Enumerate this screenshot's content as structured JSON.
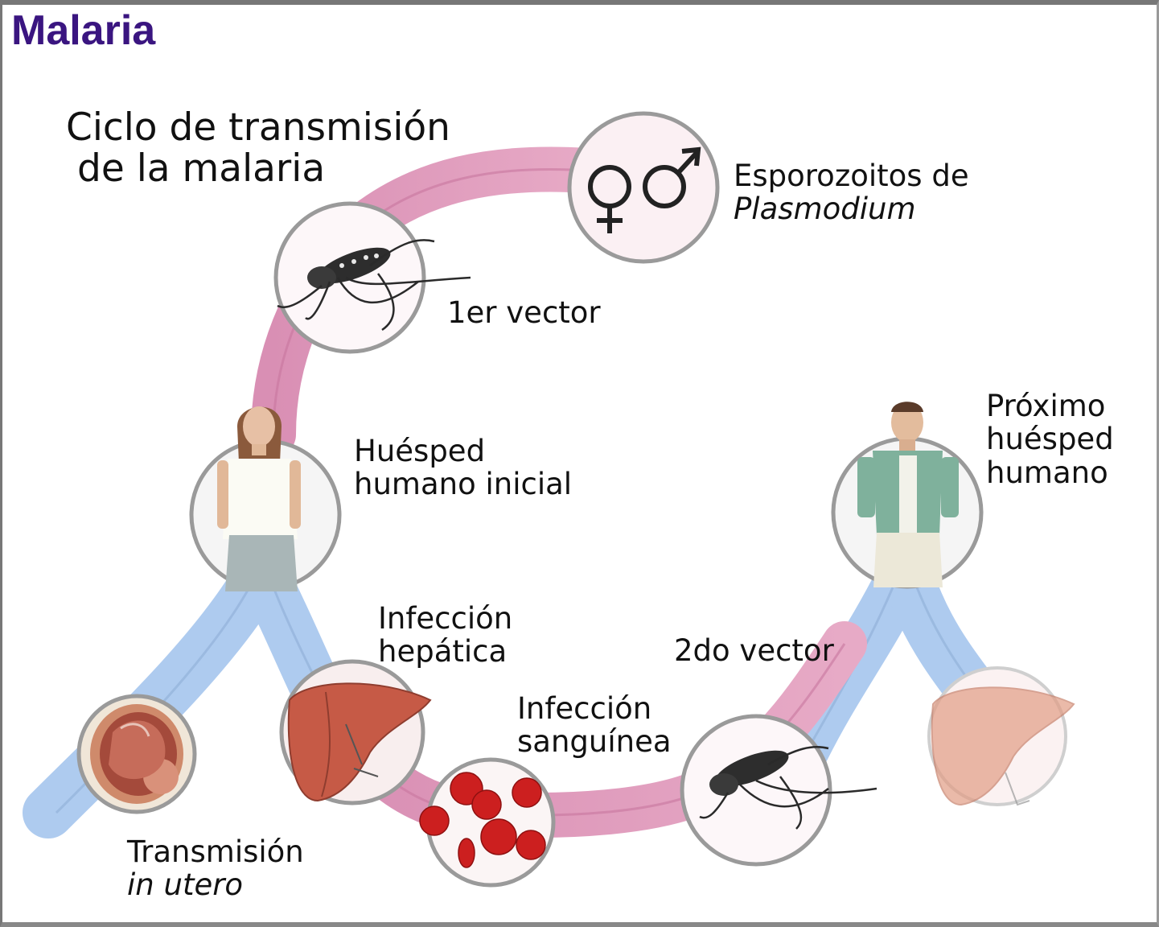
{
  "header": {
    "title": "Malaria"
  },
  "diagram": {
    "title_line1": "Ciclo de transmisión",
    "title_line2": "de la malaria",
    "esporozoitos_line1": "Esporozoitos de",
    "esporozoitos_line2": "Plasmodium",
    "vector1": "1er vector",
    "huesped_line1": "Huésped",
    "huesped_line2": "humano inicial",
    "proximo_line1": "Próximo",
    "proximo_line2": "huésped",
    "proximo_line3": "humano",
    "hepatica_line1": "Infección",
    "hepatica_line2": "hepática",
    "vector2": "2do vector",
    "sanguinea_line1": "Infección",
    "sanguinea_line2": "sanguínea",
    "utero_line1": "Transmisión",
    "utero_line2": "in utero"
  },
  "colors": {
    "title": "#3a1580",
    "pink_band": "#e0a3c0",
    "blue_band": "#a9c7ec",
    "circle_stroke": "#9a9a9a",
    "blood_cell": "#cc1f1f",
    "liver": "#c65a46"
  },
  "icons": [
    "female-symbol-icon",
    "male-symbol-icon",
    "mosquito-icon",
    "woman-figure-icon",
    "man-figure-icon",
    "liver-icon",
    "blood-cells-icon",
    "fetus-icon"
  ]
}
